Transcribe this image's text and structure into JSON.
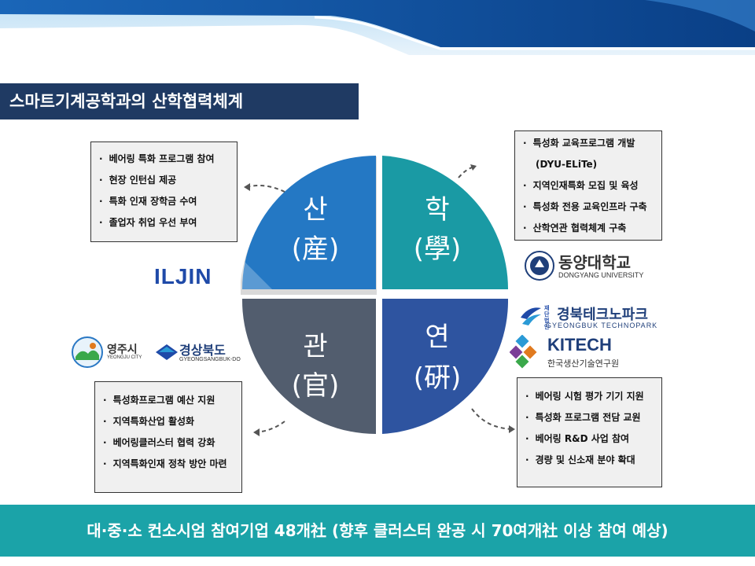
{
  "title": "스마트기계공학과의 산학협력체계",
  "quadrants": {
    "industry": {
      "char": "산",
      "hanja": "(産)",
      "color": "#2478c4"
    },
    "academia": {
      "char": "학",
      "hanja": "(學)",
      "color": "#1a9aa4"
    },
    "government": {
      "char": "관",
      "hanja": "(官)",
      "color": "#525d6e"
    },
    "research": {
      "char": "연",
      "hanja": "(硏)",
      "color": "#2e54a0"
    }
  },
  "industry_items": [
    "베어링 특화 프로그램 참여",
    "현장 인턴십 제공",
    "특화 인재 장학금 수여",
    "졸업자 취업 우선 부여"
  ],
  "academia_items": [
    "특성화 교육프로그램 개발",
    "(DYU-ELiTe)",
    "지역인재특화 모집 및 육성",
    "특성화 전용 교육인프라 구축",
    "산학연관 협력체계 구축"
  ],
  "government_items": [
    "특성화프로그램 예산 지원",
    "지역특화산업 활성화",
    "베어링클러스터 협력 강화",
    "지역특화인재 정착 방안 마련"
  ],
  "research_items": [
    "베어링 시험 평가 기기 지원",
    "특성화 프로그램 전담 교원",
    "베어링 R&D 사업 참여",
    "경량 및 신소재 분야 확대"
  ],
  "logos": {
    "iljin": "ILJIN",
    "dongyang_kr": "동양대학교",
    "dongyang_en": "DONGYANG UNIVERSITY",
    "technopark_prefix": "재단법인",
    "technopark_kr": "경북테크노파크",
    "technopark_en": "GYEONGBUK TECHNOPARK",
    "kitech": "KITECH",
    "kitech_kr": "한국생산기술연구원",
    "yeongju_kr": "영주시",
    "yeongju_en": "YEONGJU CITY",
    "gyeongbuk_kr": "경상북도",
    "gyeongbuk_en": "GYEONGSANGBUK-DO"
  },
  "footer": "대·중·소 컨소시엄 참여기업 48개社 (향후 클러스터 완공 시 70여개社 이상 참여 예상)"
}
